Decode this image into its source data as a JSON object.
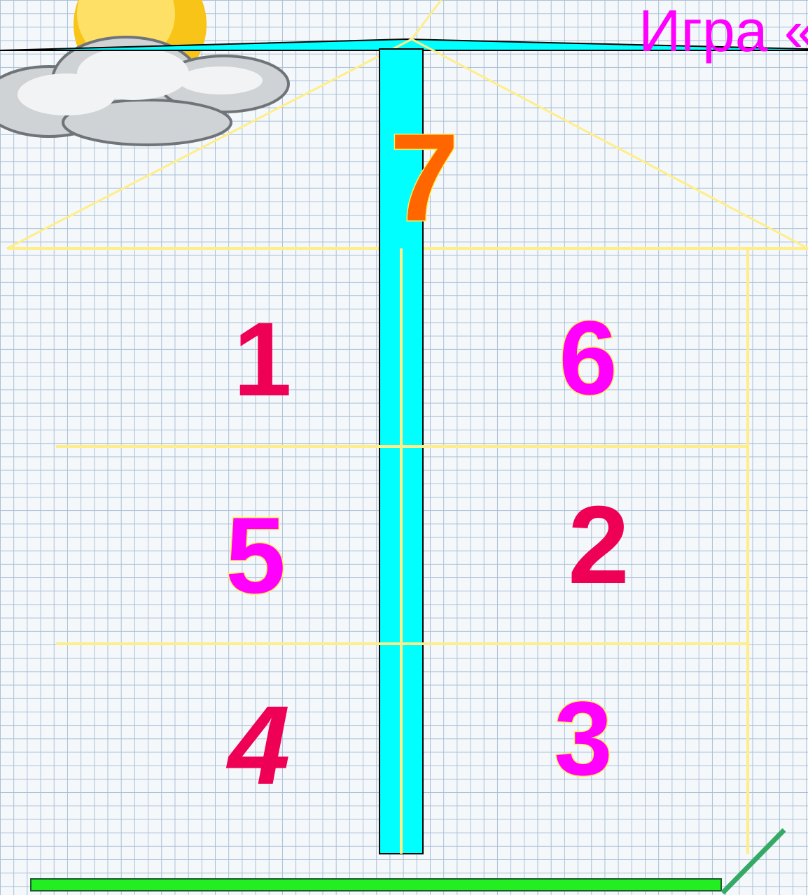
{
  "title": "Игра «",
  "colors": {
    "chimney": "#00ffff",
    "house_lines": "#ffee88",
    "ground": "#22ee22",
    "rail": "#33aa66",
    "title": "#ff00ff",
    "num_red": "#ee0055",
    "num_magenta": "#ff00ff",
    "num_orange": "#ff6600"
  },
  "icons": {
    "sun": "sun-behind-cloud-icon"
  },
  "numbers": {
    "top": "7",
    "cells": [
      "1",
      "6",
      "5",
      "2",
      "4",
      "3"
    ]
  }
}
